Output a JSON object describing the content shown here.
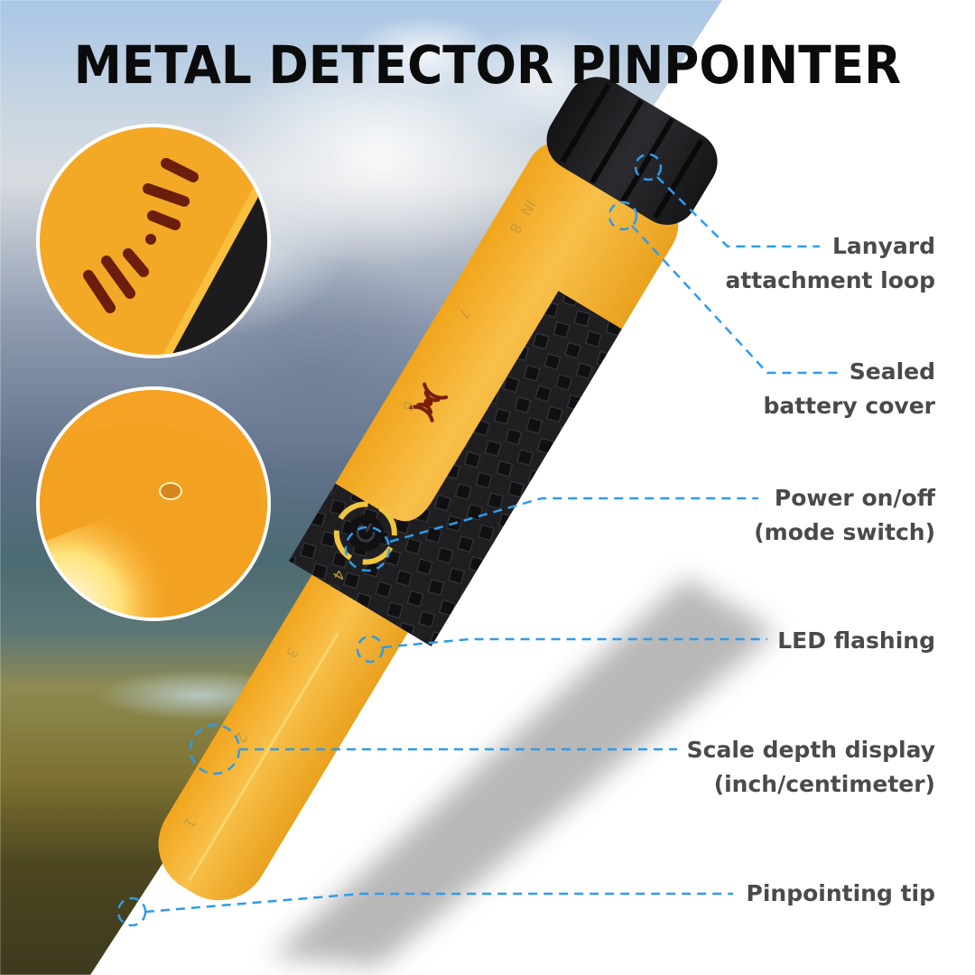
{
  "title": "METAL DETECTOR PINPOINTER",
  "callouts": [
    {
      "id": "lanyard",
      "lines": [
        "Lanyard",
        "attachment loop"
      ]
    },
    {
      "id": "battery",
      "lines": [
        "Sealed",
        "battery cover"
      ]
    },
    {
      "id": "power",
      "lines": [
        "Power on/off",
        "(mode switch)"
      ]
    },
    {
      "id": "led",
      "lines": [
        "LED flashing"
      ]
    },
    {
      "id": "scale",
      "lines": [
        "Scale depth display",
        "(inch/centimeter)"
      ]
    },
    {
      "id": "tip",
      "lines": [
        "Pinpointing tip"
      ]
    }
  ],
  "device": {
    "scale_marks": [
      "1",
      "2",
      "3",
      "4",
      "6",
      "7",
      "8",
      "IN"
    ],
    "icons": [
      "sound-wave-icon",
      "power-icon"
    ]
  },
  "insets": [
    {
      "name": "speaker-closeup",
      "icon": "sound-wave-icon"
    },
    {
      "name": "led-closeup",
      "icon": "led-light-icon"
    }
  ],
  "colors": {
    "device_yellow": "#f4b32b",
    "device_black": "#1c1c1e",
    "callout_line": "#2f9bec",
    "label_text": "#4a4a4a",
    "title_text": "#0b0b0b",
    "speaker_holes": "#6b1e0c"
  }
}
